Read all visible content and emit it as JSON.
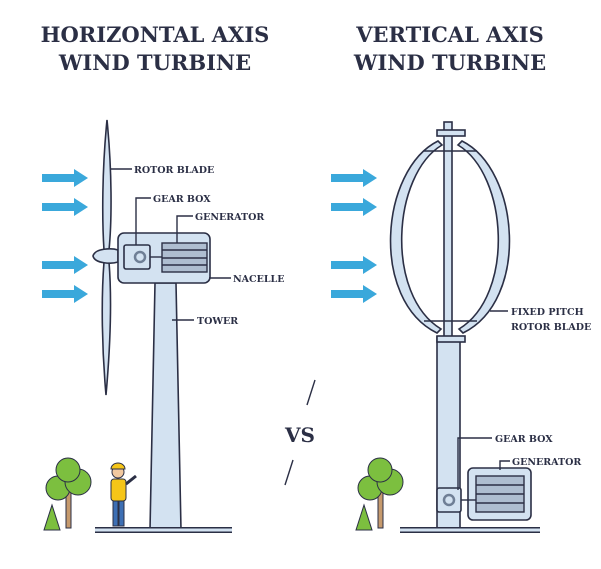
{
  "left": {
    "title_line1": "HORIZONTAL AXIS",
    "title_line2": "WIND TURBINE",
    "labels": {
      "rotor_blade": "ROTOR BLADE",
      "gear_box": "GEAR BOX",
      "generator": "GENERATOR",
      "nacelle": "NACELLE",
      "tower": "TOWER"
    }
  },
  "right": {
    "title_line1": "VERTICAL AXIS",
    "title_line2": "WIND TURBINE",
    "labels": {
      "blade_line1": "FIXED PITCH",
      "blade_line2": "ROTOR BLADE",
      "gear_box": "GEAR BOX",
      "generator": "GENERATOR"
    }
  },
  "vs_label": "VS",
  "colors": {
    "outline": "#2b2f45",
    "fill": "#d3e2f1",
    "wind": "#3aa8db",
    "tree": "#7cbf3f"
  }
}
